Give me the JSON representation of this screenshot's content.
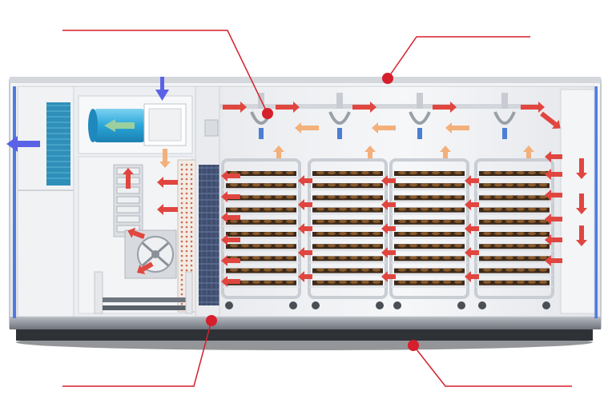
{
  "diagram": {
    "callouts": [
      {
        "id": "callout-top-left",
        "label": ""
      },
      {
        "id": "callout-top-right",
        "label": ""
      },
      {
        "id": "callout-bottom-left",
        "label": ""
      },
      {
        "id": "callout-bottom-right",
        "label": ""
      }
    ],
    "racks": {
      "count": 4,
      "trays_per_rack": 10
    },
    "colors": {
      "callout_red": "#d61f2c",
      "airflow_red": "#e0463f",
      "airflow_orange": "#f3b07a",
      "airflow_blue": "#5a63e6",
      "fan_cyan": "#2aa6d9",
      "rack_steel": "#c9cdd4",
      "tray_wood": "#8a5a2b",
      "wall_light": "#eef0f3"
    }
  }
}
